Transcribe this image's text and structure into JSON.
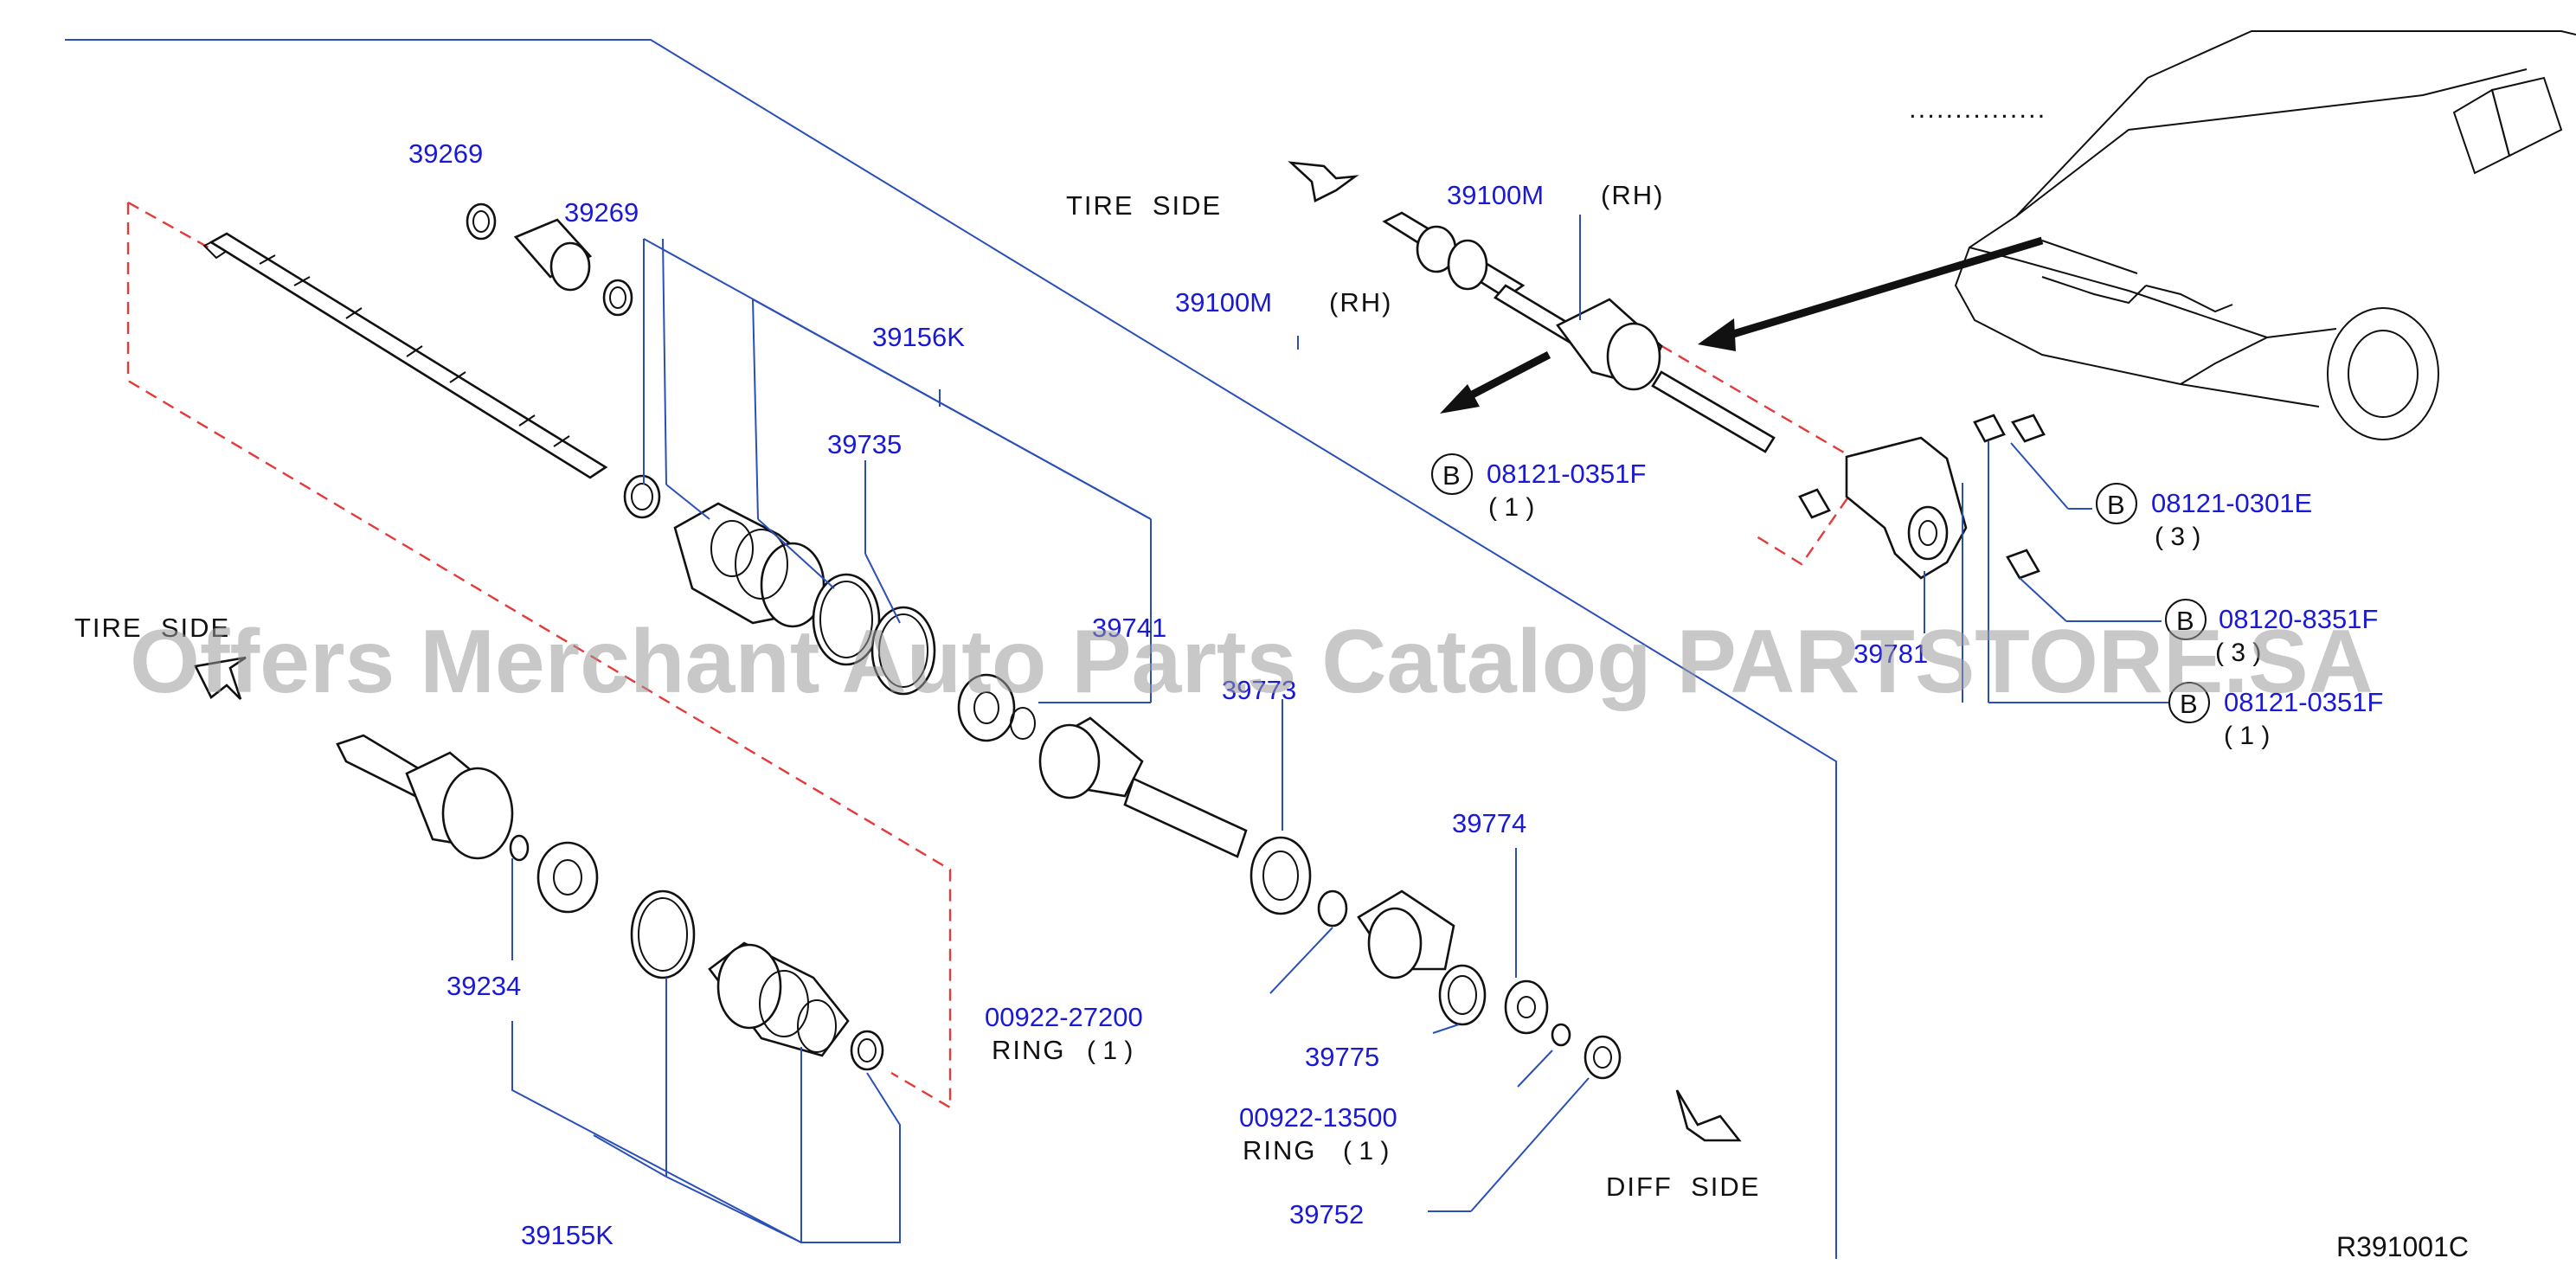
{
  "callouts": {
    "p39269a": "39269",
    "p39269b": "39269",
    "p39156k": "39156K",
    "p39735": "39735",
    "p39741": "39741",
    "p39773": "39773",
    "p39774": "39774",
    "p39775": "39775",
    "p39234": "39234",
    "p39155k": "39155K",
    "p39752": "39752",
    "p00922_27200": "00922-27200",
    "p00922_13500": "00922-13500",
    "p39100m_a": "39100M",
    "p39100m_b": "39100M",
    "p39781": "39781",
    "b08121_0351f_a": "08121-0351F",
    "b08121_0301e": "08121-0301E",
    "b08120_8351f": "08120-8351F",
    "b08121_0351f_b": "08121-0351F"
  },
  "labels": {
    "tire_side_top": "TIRE  SIDE",
    "tire_side_left": "TIRE  SIDE",
    "diff_side": "DIFF  SIDE",
    "rh_a": "(RH)",
    "rh_b": "(RH)",
    "ring_a": "RING",
    "ring_b": "RING",
    "bolt_marker": "B",
    "dots": "..............."
  },
  "quantities": {
    "q_ring_a": "( 1 )",
    "q_ring_b": "( 1 )",
    "q_bolt_a": "( 1 )",
    "q_bolt_0301e": "( 3 )",
    "q_bolt_8351f": "( 3 )",
    "q_bolt_b": "( 1 )"
  },
  "reference": "R391001C",
  "watermark": "Offers Merchant Auto Parts Catalog PARTSTORE.SA",
  "colors": {
    "part_number": "#1a1ad6",
    "leader_line": "#2a4fb8",
    "dashed_outline": "#e23b3b",
    "linework": "#111111",
    "watermark": "#9a9a9a"
  }
}
